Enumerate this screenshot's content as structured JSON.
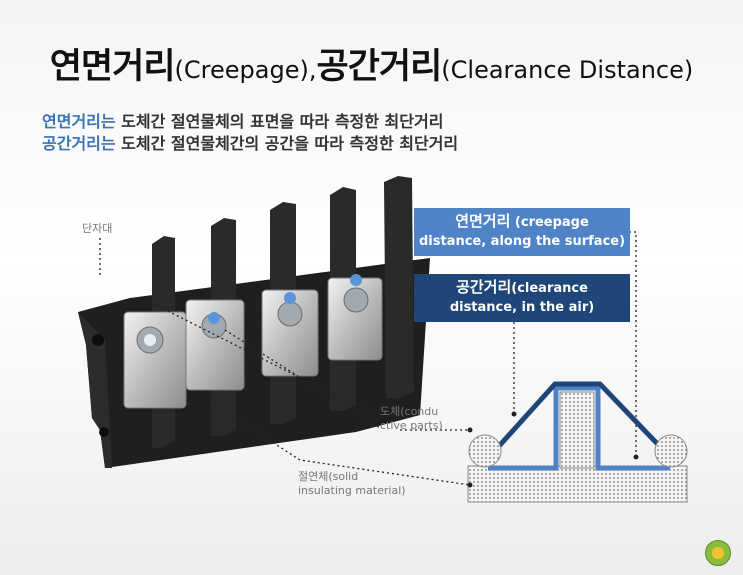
{
  "title": {
    "main1": "연면거리",
    "sub1": "(Creepage),",
    "main2": "공간거리",
    "sub2": "(Clearance Distance)"
  },
  "description": [
    {
      "key": "연면거리는",
      "text": " 도체간 절연물체의 표면을 따라 측정한 최단거리"
    },
    {
      "key": "공간거리는",
      "text": " 도체간 절연물체간의 공간을 따라 측정한 최단거리"
    }
  ],
  "callouts": {
    "creepage": {
      "line1": "연면거리",
      "line1_rest": " (creepage",
      "line2": "distance, along the surface)"
    },
    "clearance": {
      "line1": "공간거리",
      "line1_rest": "(clearance",
      "line2": "distance, in the air)"
    }
  },
  "labels": {
    "terminal": "단자대",
    "conductor_line1": "도체(condu",
    "conductor_line2": "ctive parts)",
    "insulator_line1": "절연체(solid",
    "insulator_line2": "insulating material)"
  },
  "colors": {
    "creepage": "#4f83c6",
    "clearance": "#1f4679",
    "accent_text": "#3b71b5"
  }
}
